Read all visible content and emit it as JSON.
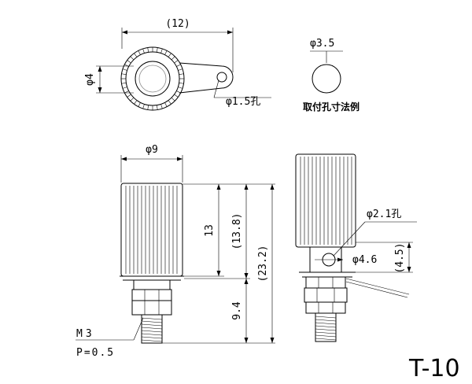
{
  "title": "T-10",
  "hole_note": "取付孔寸法例",
  "dimensions": {
    "top_width": "(12)",
    "top_dia": "φ4",
    "top_hole": "φ1.5孔",
    "hole_dia": "φ3.5",
    "front_dia": "φ9",
    "knob_height": "13",
    "knob_height_ref": "(13.8)",
    "total_height": "(23.2)",
    "shaft_height": "9.4",
    "thread": "M3",
    "pitch": "P=0.5",
    "side_hole": "φ2.1孔",
    "side_dia": "φ4.6",
    "side_height": "(4.5)"
  }
}
